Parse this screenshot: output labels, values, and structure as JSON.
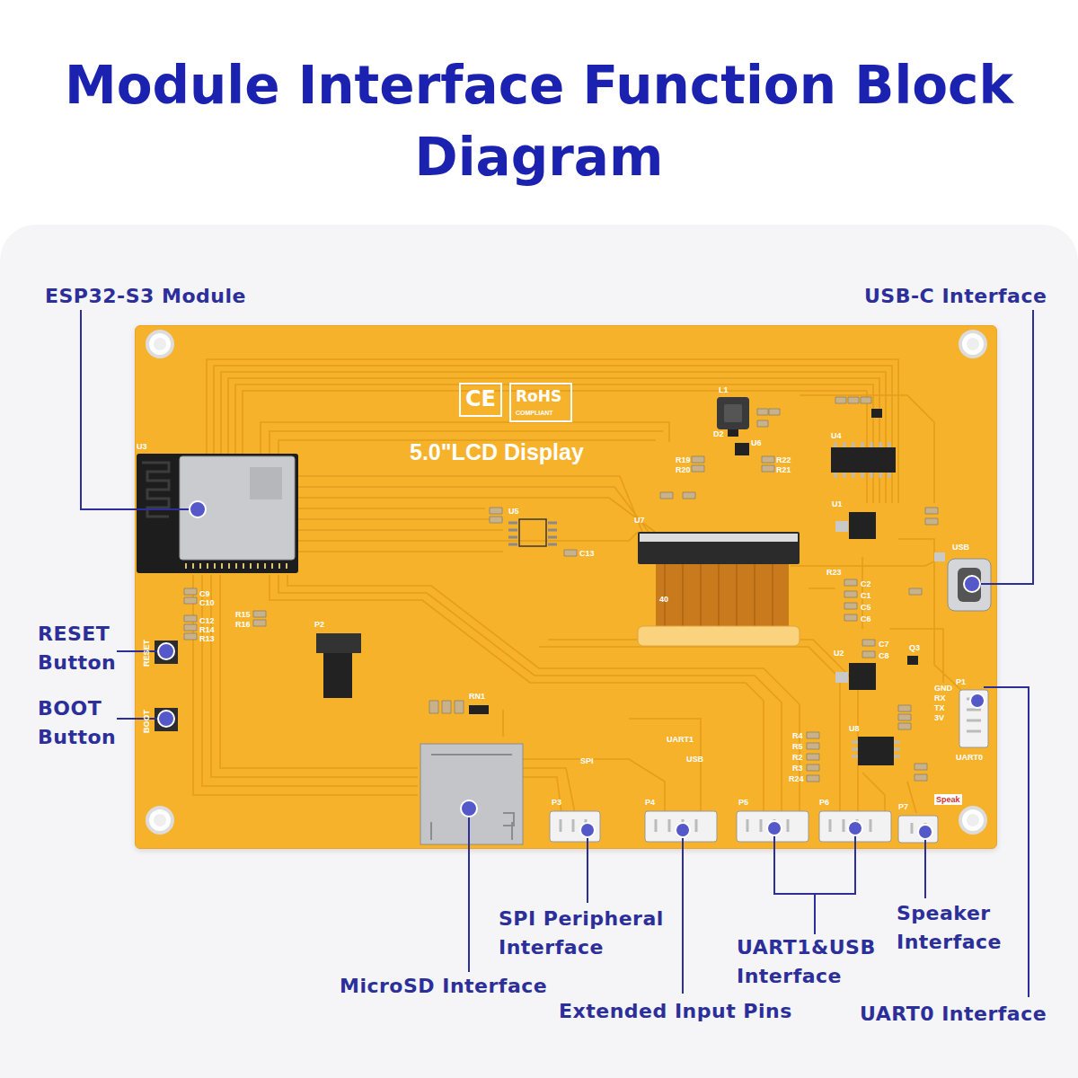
{
  "diagram": {
    "title": "Module Interface Function Block Diagram",
    "nodes": [
      {
        "text": [
          "5.0\"LCD Display"
        ]
      }
    ],
    "labels": [
      "ESP32-S3 Module",
      "USB-C Interface",
      "RESET Button",
      "BOOT Button",
      "SPI Peripheral Interface",
      "MicroSD Interface",
      "Extended Input Pins",
      "UART1&USB Interface",
      "Speaker Interface",
      "UART0 Interface",
      "CE",
      "RoHS",
      "COMPLIANT",
      "U3",
      "L1",
      "D2",
      "U6",
      "U4",
      "U1",
      "U5",
      "U7",
      "USB",
      "P1",
      "U2",
      "Q3",
      "U8",
      "P2",
      "SPI",
      "P3",
      "P4",
      "UART1",
      "USB",
      "P5",
      "P6",
      "P7",
      "Speak",
      "UART0",
      "GND",
      "RX",
      "TX",
      "3V",
      "R15",
      "R16",
      "C9",
      "C10",
      "C12",
      "R14",
      "R13",
      "RN1",
      "C13",
      "R19",
      "R20",
      "R22",
      "R21",
      "R23",
      "C2",
      "C1",
      "C5",
      "C6",
      "C7",
      "C8",
      "R4",
      "R5",
      "R2",
      "R3",
      "R24",
      "40",
      "RESET",
      "BOOT"
    ]
  }
}
